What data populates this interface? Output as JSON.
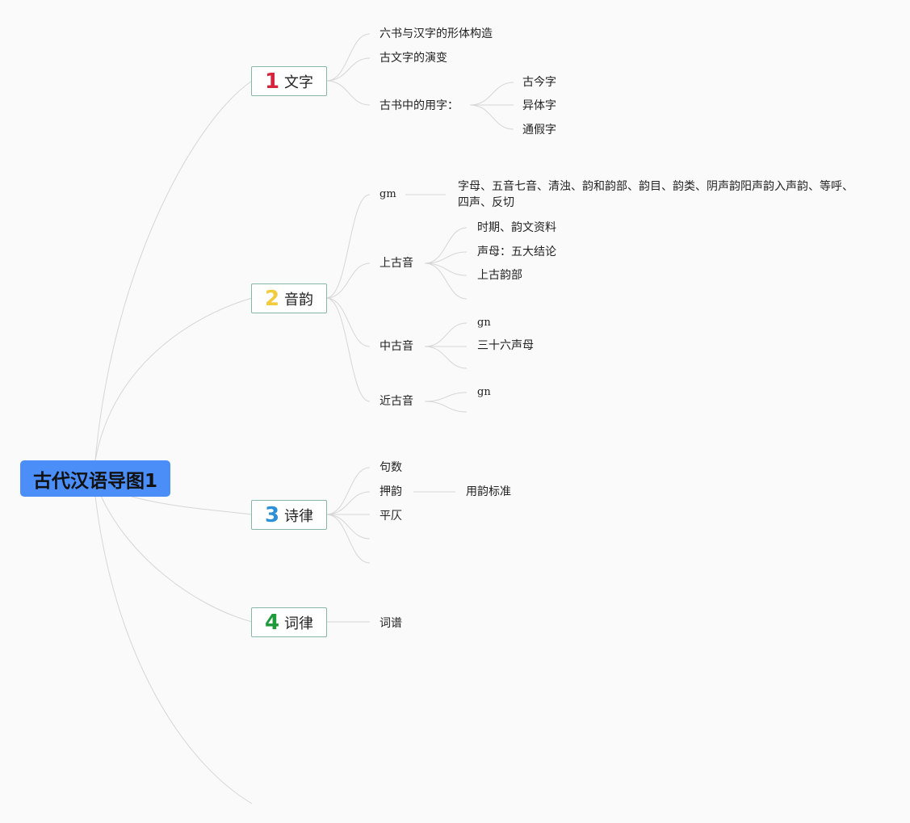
{
  "root": {
    "title": "古代汉语导图1",
    "color": "#4b8ef7"
  },
  "branches": [
    {
      "number": "1",
      "label": "文字",
      "color": "#d6243d",
      "children": [
        {
          "label": "六书与汉字的形体构造"
        },
        {
          "label": "古文字的演变"
        },
        {
          "label": "古书中的用字：",
          "children": [
            "古今字",
            "异体字",
            "通假字"
          ]
        }
      ]
    },
    {
      "number": "2",
      "label": "音韵",
      "color": "#f2cc3c",
      "children": [
        {
          "label": "gm",
          "children": [
            "字母、五音七音、清浊、韵和韵部、韵目、韵类、阴声韵阳声韵入声韵、等呼、四声、反切"
          ]
        },
        {
          "label": "上古音",
          "children": [
            "时期、韵文资料",
            "声母：五大结论",
            "上古韵部"
          ]
        },
        {
          "label": "中古音",
          "children": [
            "gn",
            "三十六声母"
          ]
        },
        {
          "label": "近古音",
          "children": [
            "gn"
          ]
        }
      ]
    },
    {
      "number": "3",
      "label": "诗律",
      "color": "#2d8fd8",
      "children": [
        {
          "label": "句数"
        },
        {
          "label": "押韵",
          "children": [
            "用韵标准"
          ]
        },
        {
          "label": "平仄"
        }
      ]
    },
    {
      "number": "4",
      "label": "词律",
      "color": "#1f9b3c",
      "children": [
        {
          "label": "词谱"
        }
      ]
    }
  ]
}
